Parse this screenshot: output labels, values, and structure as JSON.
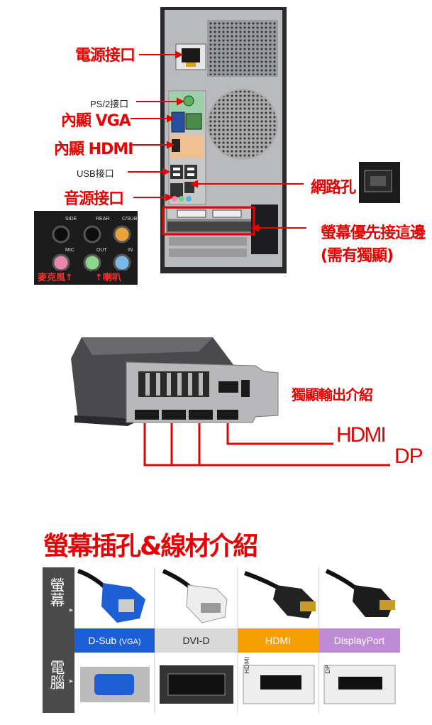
{
  "labels": {
    "power": "電源接口",
    "ps2": "PS/2接口",
    "vga_onboard": "內顯 VGA",
    "hdmi_onboard": "內顯 HDMI",
    "usb": "USB接口",
    "audio": "音源接口",
    "network": "網路孔",
    "monitor_priority_line1": "螢幕優先接這邊",
    "monitor_priority_line2": "(需有獨顯)",
    "mic": "麥克風",
    "speaker": "喇叭"
  },
  "audio_ports": [
    "SIDE",
    "REAR",
    "C/SUB",
    "MIC",
    "OUT",
    "IN"
  ],
  "gpu": {
    "title": "獨顯輸出介紹",
    "hdmi": "HDMI",
    "dp": "DP"
  },
  "section_title": "螢幕插孔&線材介紹",
  "cable_table": {
    "row_monitor": "螢幕",
    "row_pc": "電腦",
    "connectors": [
      {
        "name": "D-Sub",
        "suffix": "(VGA)",
        "color": "#1a5fd6"
      },
      {
        "name": "DVI-D",
        "suffix": "",
        "color": "#d9d9d9"
      },
      {
        "name": "HDMI",
        "suffix": "",
        "color": "#f5a000"
      },
      {
        "name": "DisplayPort",
        "suffix": "",
        "color": "#c08bd6"
      }
    ],
    "port_labels": {
      "hdmi": "HDMI",
      "dp": "DP"
    }
  },
  "colors": {
    "accent_red": "#e60000"
  }
}
